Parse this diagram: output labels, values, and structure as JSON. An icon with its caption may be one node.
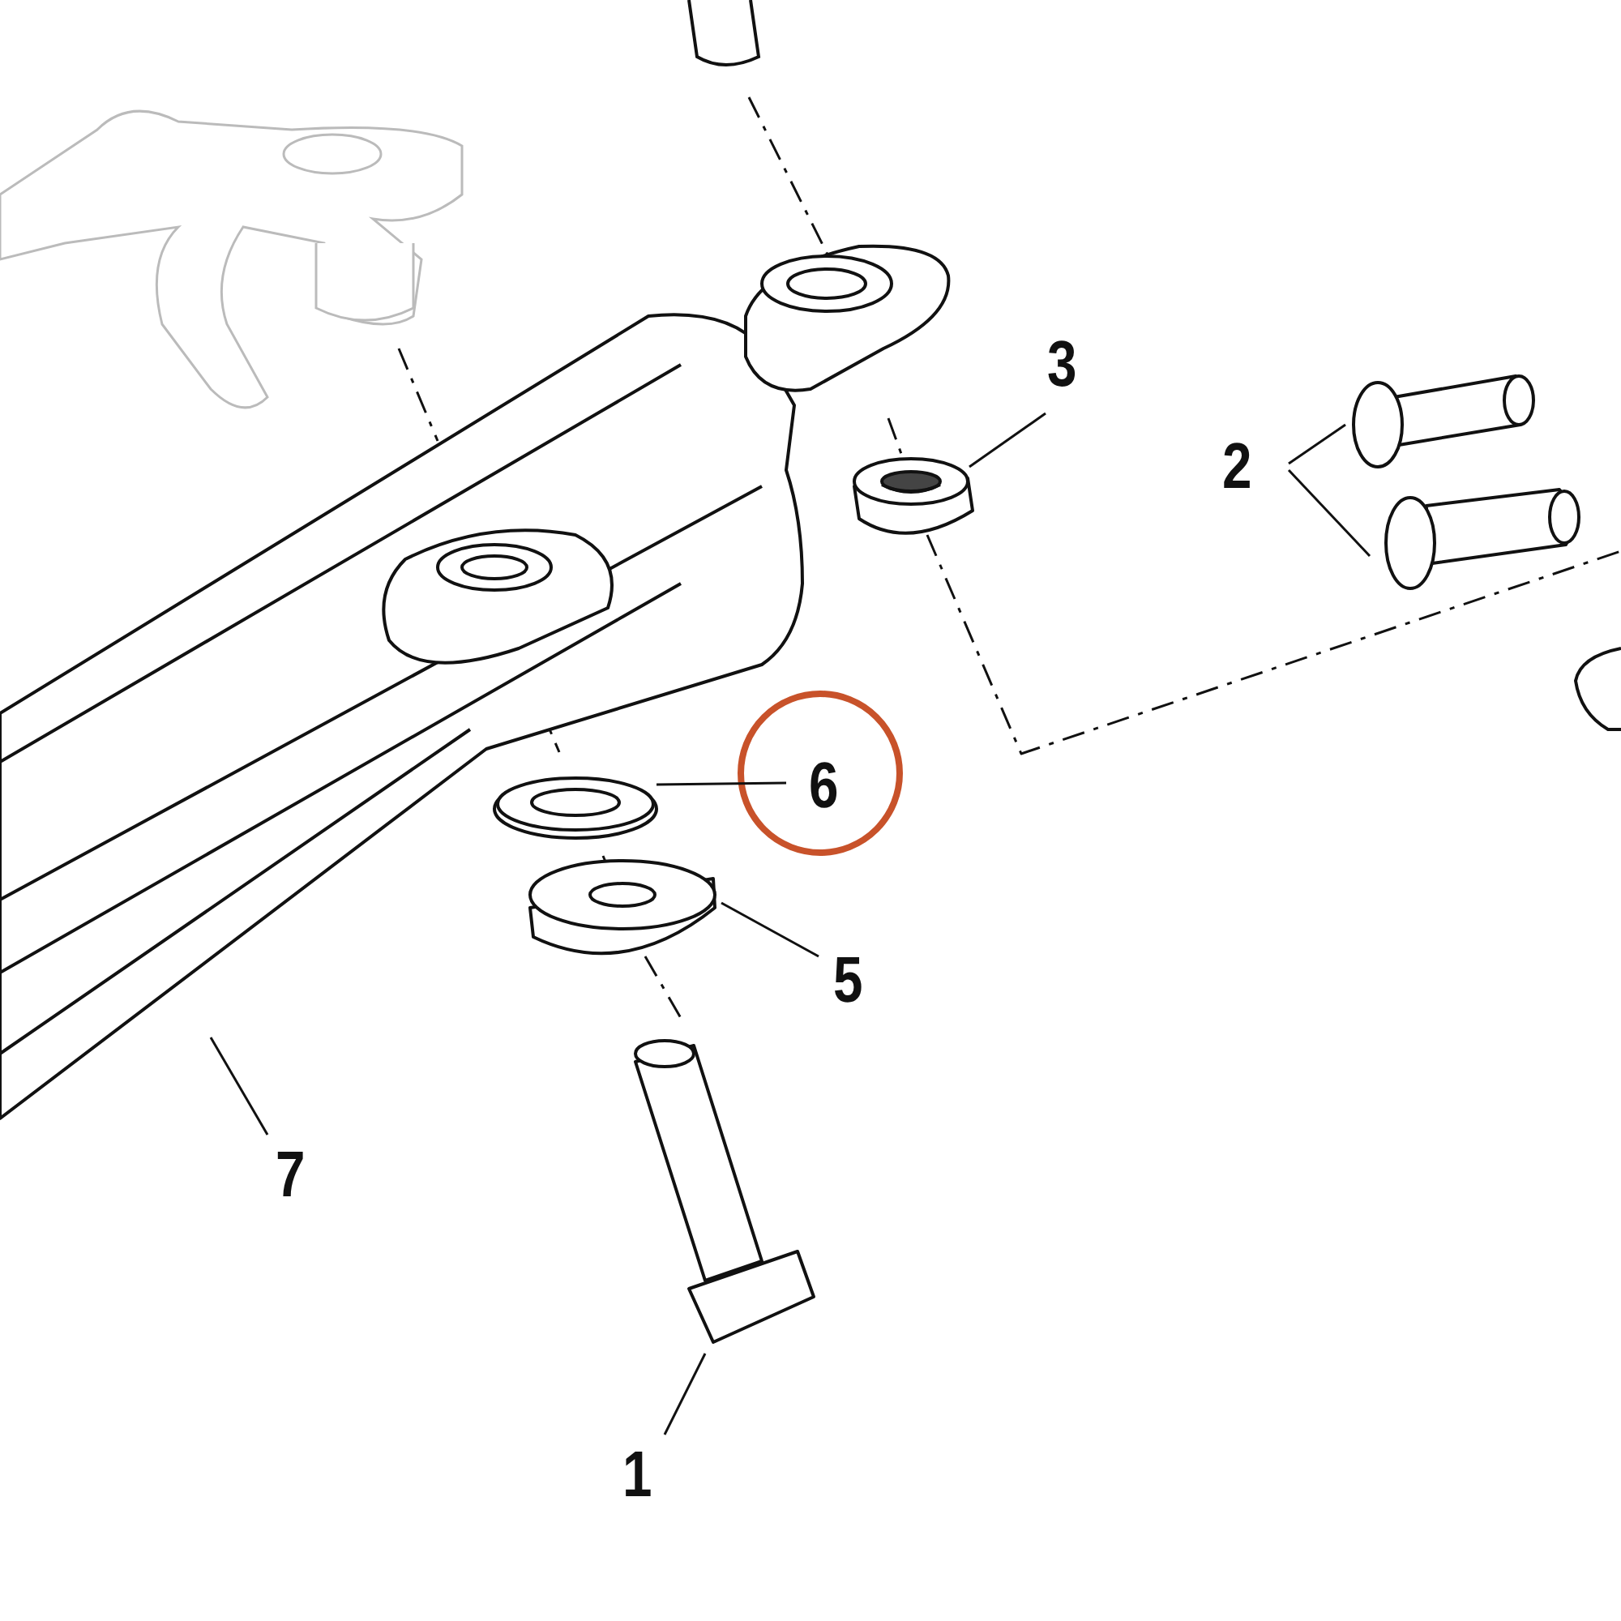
{
  "diagram": {
    "nodes": [
      {
        "text": [
          "3"
        ]
      },
      {
        "text": [],
        "shape": "picture"
      },
      {
        "text": [
          "2"
        ]
      },
      {
        "text": [],
        "shape": "picture"
      },
      {
        "text": [],
        "shape": "picture"
      },
      {
        "text": [
          "6"
        ]
      },
      {
        "text": [],
        "shape": "picture"
      },
      {
        "text": [
          "5"
        ]
      },
      {
        "text": [],
        "shape": "picture"
      },
      {
        "text": [
          "7"
        ]
      },
      {
        "text": [],
        "shape": "picture"
      },
      {
        "text": [
          "1"
        ]
      },
      {
        "text": [],
        "shape": "picture"
      }
    ],
    "edges": [
      {
        "from": 0,
        "to": 1,
        "arrow": "none"
      },
      {
        "from": 2,
        "to": 3,
        "arrow": "none"
      },
      {
        "from": 2,
        "to": 4,
        "arrow": "none"
      },
      {
        "from": 5,
        "to": 6,
        "arrow": "none"
      },
      {
        "from": 7,
        "to": 8,
        "arrow": "none"
      },
      {
        "from": 9,
        "to": 10,
        "arrow": "none"
      },
      {
        "from": 11,
        "to": 12,
        "arrow": "none"
      }
    ]
  }
}
